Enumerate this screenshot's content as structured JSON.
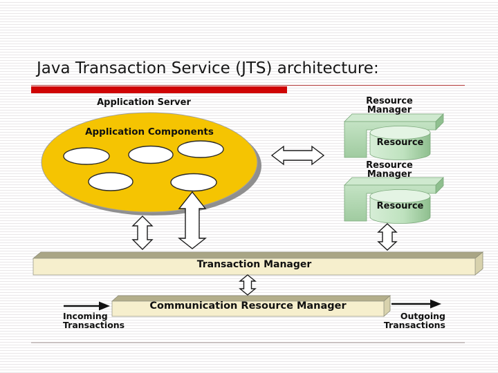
{
  "slide": {
    "title": "Java Transaction Service (JTS) architecture:",
    "accent_color": "#cf0404"
  },
  "diagram": {
    "application_server": "Application Server",
    "application_components": "Application Components",
    "resource_manager_top": "Resource Manager",
    "resource_manager_bottom": "Resource Manager",
    "resource_top": "Resource",
    "resource_bottom": "Resource",
    "transaction_manager": "Transaction Manager",
    "communication_resource_manager": "Communication Resource Manager",
    "incoming": "Incoming Transactions",
    "outgoing": "Outgoing Transactions",
    "colors": {
      "components_ellipse": "#f5c402",
      "resource_green": "#cde9cd",
      "manager_bar": "#f6efcd"
    }
  }
}
